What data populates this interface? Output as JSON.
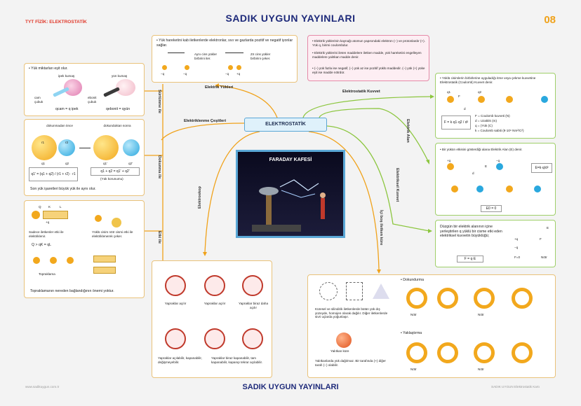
{
  "header": {
    "subject": "TYT FİZİK: ELEKTROSTATİK",
    "title": "SADIK UYGUN YAYINLARI",
    "page": "08"
  },
  "footer": {
    "title": "SADIK UYGUN YAYINLARI",
    "left_link": "www.sadikuygun.com.tr",
    "right_link": "SADIK UYGUN Elektrostatik Kartı"
  },
  "center": "ELEKTROSTATİK",
  "branches": {
    "charges": "Elektrik Yükleri",
    "types": "Elektriklenme Çeşitleri",
    "force": "Elektrostatik Kuvvet",
    "field": "Elektrik Alan",
    "field_force": "Elektriksel Kuvvet",
    "electroscope": "Elektroskop",
    "hollow": "İçi boş iletken küre",
    "friction": "Sürtünme ile",
    "contact": "Dokunma ile",
    "induction": "Etki ile"
  },
  "friction": {
    "text": "Yük miktarları eşit olur.",
    "silk": "ipek kumaş",
    "wool": "yün kumaş",
    "glass": "cam çubuk",
    "ebonite": "ebonit çubuk",
    "eq1": "qcam = q ipek",
    "eq2": "qebonit = qyün"
  },
  "contact": {
    "before": "dokunmadan önce",
    "after": "dokunduktan sonra",
    "r1": "r1",
    "r2": "r2",
    "q1": "q1",
    "q2": "q2",
    "q1p": "q1'",
    "q2p": "q2'",
    "eq1": "q1' = (q1 + q2) / (r1 + r2) · r1",
    "eq2": "q1 + q2 = q1' + q2'",
    "eq2_note": "(Yük korunumu)",
    "text": "Son yük işaretleri büyük yük ile aynı olur."
  },
  "induction": {
    "K": "K",
    "L": "L",
    "Q": "Q",
    "q": "+q",
    "text1": "Sadece iletkenler etki ile elektriklenir.",
    "eq": "Q > qK = qL",
    "text2": "Yüklü cisim nötr cismi etki ile elektriklenerek çeker.",
    "ground": "Topraklama",
    "bottom": "Topraklamanın nereden bağlandığının önemi yoktur."
  },
  "charges": {
    "text": "Yük hareketini kab iletkenlerde elektronlar, sıvı ve gazlarda pozitif ve negatif iyonlar sağlar.",
    "same": "Aynı cins yükler birbirini iter.",
    "opposite": "Zıt cins yükler birbirini çeker.",
    "m1": "−q",
    "m2": "−q",
    "p1": "−q",
    "p2": "+q"
  },
  "info": {
    "b1": "Elektrik yüklerinin kaynağı atomun yapısındaki elektron (−) ve protonlardır (+). Yük q, birimi coulombdur.",
    "b2": "Elektrik yüklerini ileten maddelere iletken madde, yük hareketini engelleyen maddelere yalıtkan madde denir.",
    "b3": "(−) yük fazla ise negatif, (−) yük az ise pozitif yüklü maddedir. (−) yük (+) yüke eşit ise madde nötrdür."
  },
  "faraday": "FARADAY KAFESİ",
  "coulomb": {
    "text": "Yüklü cisimlerin birbirlerine uyguladığı itme veya çekme kuvvetine Elektrostatik (Coulomb) Kuvvet denir.",
    "q1": "q1",
    "q2": "q2",
    "F": "F",
    "d": "d",
    "formula": "F = k·q1·q2 / d²",
    "l1": "F = Coulomb kuvveti (N)",
    "l2": "d = Uzaklık (m)",
    "l3": "q = (Yük (C)",
    "l4": "k = Coulomb sabiti (9·10⁹ Nm²/C²)"
  },
  "efield": {
    "text": "Bir yükün etkisini gösterdiği alana Elektrik Alan (E) denir.",
    "q1": "+q",
    "q2": "−q",
    "E": "E",
    "d": "d",
    "formula": "E=k·q/d²",
    "E0": "E0 = 0"
  },
  "eforce": {
    "text": "Düzgün bir elektrik alanının içine yerleştirilen q yüklü bir cisme etki eden elektriksel kuvvetin büyüklüğü;",
    "formula": "F = q·E",
    "q1": "+q",
    "q2": "−q",
    "F": "F",
    "E": "E",
    "F0": "F=0",
    "notr": "Nötr"
  },
  "electroscope": {
    "c1": "Yapraklar açılır",
    "c2": "Yapraklar açılır",
    "c3": "Yapraklar biraz daha açılır",
    "c4": "Yapraklar açılabilir, kapanabilir, değişmeyebilir.",
    "c5": "Yapraklar biraz kapanabilir, tam kapanabilir, kapanıp tekrar açılabilir."
  },
  "hollow": {
    "text": "Küresel ve silindirik iletkenlerde bütün yük dış yüzeyde, homojen olarak dağılır. Diğer iletkenlerde sivri uçlarda yoğunlaşır.",
    "ins": "Yalıtkan küre",
    "ins_text": "Yalıtkanlarda yük dağılmaz. Bir tarafında (+) diğer tarafı (−) olabilir.",
    "touch": "Dokundurma",
    "approach": "Yaklaştırma",
    "notr": "Nötr"
  }
}
